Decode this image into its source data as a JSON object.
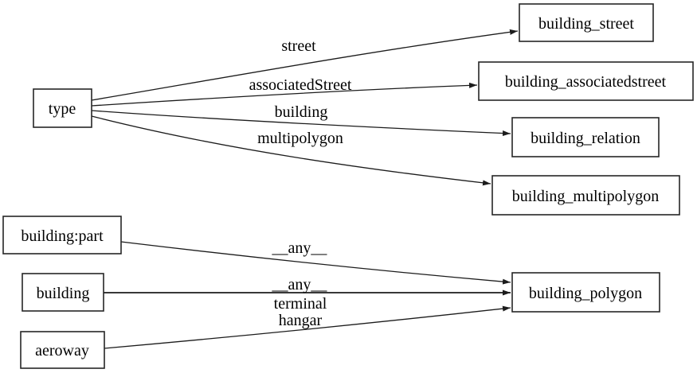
{
  "diagram": {
    "title": "tag-to-table mapping graph",
    "background_color": "#ffffff",
    "line_color": "#1c1c1c",
    "node_fill_color": "#ffffff",
    "node_border_color": "#262626",
    "text_color": "#000000",
    "nodes": {
      "type": {
        "label": "type"
      },
      "building_street": {
        "label": "building_street"
      },
      "building_associatedstreet": {
        "label": "building_associatedstreet"
      },
      "building_relation": {
        "label": "building_relation"
      },
      "building_multipolygon": {
        "label": "building_multipolygon"
      },
      "building_part": {
        "label": "building:part"
      },
      "building": {
        "label": "building"
      },
      "aeroway": {
        "label": "aeroway"
      },
      "building_polygon": {
        "label": "building_polygon"
      }
    },
    "edges": [
      {
        "from": "type",
        "to": "building_street",
        "label": "street"
      },
      {
        "from": "type",
        "to": "building_associatedstreet",
        "label": "associatedStreet"
      },
      {
        "from": "type",
        "to": "building_relation",
        "label": "building"
      },
      {
        "from": "type",
        "to": "building_multipolygon",
        "label": "multipolygon"
      },
      {
        "from": "building_part",
        "to": "building_polygon",
        "label": "__any__"
      },
      {
        "from": "building",
        "to": "building_polygon",
        "label": "__any__"
      },
      {
        "from": "aeroway",
        "to": "building_polygon",
        "label": "terminal hangar",
        "label_lines": [
          "terminal",
          "hangar"
        ]
      }
    ]
  }
}
